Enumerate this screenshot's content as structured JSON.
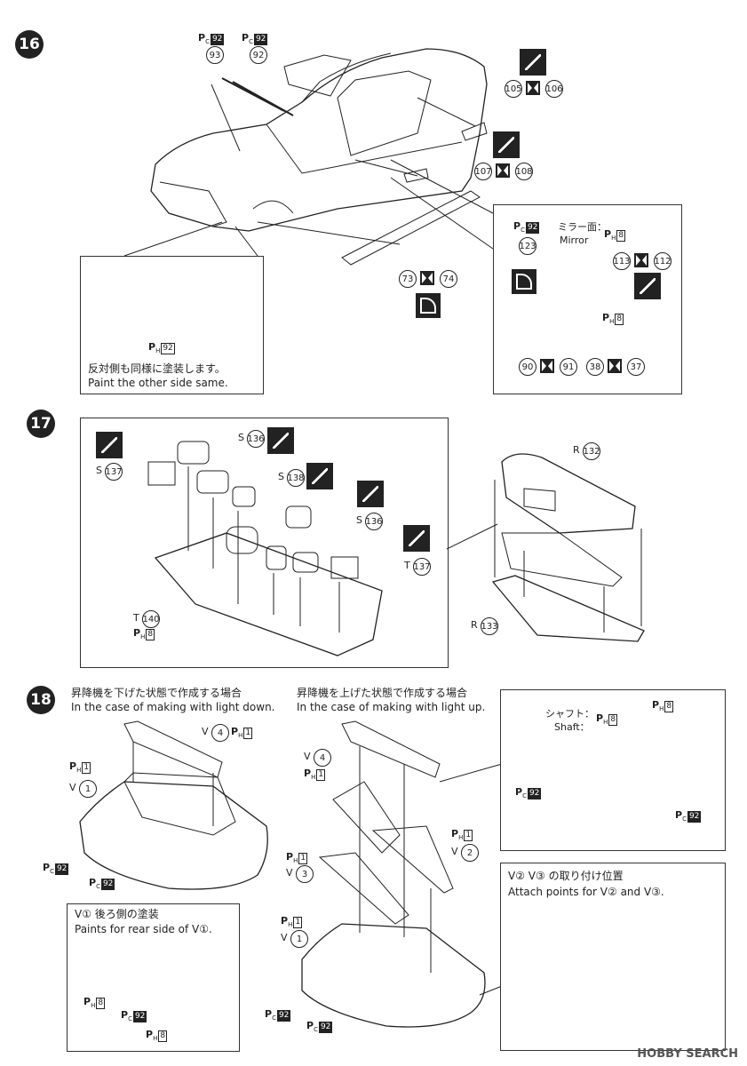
{
  "steps": {
    "s16": "16",
    "s17": "17",
    "s18": "18"
  },
  "step16": {
    "inset_front": {
      "line1": "反対側も同様に塗装します。",
      "line2": "Paint the other side same.",
      "paint": "92"
    },
    "mirror_label_jp": "ミラー面：",
    "mirror_label_en": "Mirror",
    "parts": [
      "93",
      "92",
      "105",
      "106",
      "107",
      "108",
      "73",
      "74",
      "123",
      "113",
      "112",
      "90",
      "91",
      "38",
      "37"
    ],
    "paints": {
      "wiper1": "92",
      "wiper2": "92",
      "mirror_top": "92",
      "mirror_face": "8",
      "mirror_body": "8"
    }
  },
  "step17": {
    "labels": [
      "S",
      "S",
      "S",
      "S",
      "T",
      "R",
      "R"
    ],
    "parts": [
      "136",
      "137",
      "138",
      "136",
      "137",
      "140",
      "132",
      "133"
    ],
    "paint": "8"
  },
  "step18": {
    "left_title_jp": "昇降機を下げた状態で作成する場合",
    "left_title_en": "In the case of making with light down.",
    "right_title_jp": "昇降機を上げた状態で作成する場合",
    "right_title_en": "In the case of making with light up.",
    "shaft_jp": "シャフト：",
    "shaft_en": "Shaft：",
    "rear_jp": "後ろ側の塗装",
    "rear_en": "Paints for rear side of",
    "attach_jp": "の取り付け位置",
    "attach_en": "Attach points for",
    "attach_and": "and",
    "parts": [
      "4",
      "1",
      "4",
      "1",
      "2",
      "3"
    ],
    "paints": [
      "1",
      "1",
      "92",
      "92",
      "8",
      "92",
      "8",
      "1",
      "1",
      "1",
      "92",
      "92",
      "8",
      "92",
      "92"
    ]
  },
  "watermark": "HOBBY SEARCH"
}
